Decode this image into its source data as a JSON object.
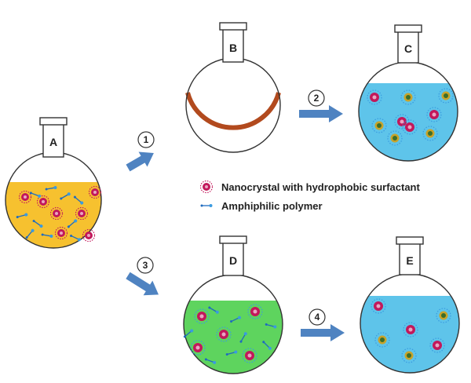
{
  "flasks": [
    {
      "id": "A",
      "label": "A",
      "liquid": "#f6c12f"
    },
    {
      "id": "B",
      "label": "B",
      "liquid": null
    },
    {
      "id": "C",
      "label": "C",
      "liquid": "#5ec4ea"
    },
    {
      "id": "D",
      "label": "D",
      "liquid": "#5ed45e"
    },
    {
      "id": "E",
      "label": "E",
      "liquid": "#5ec4ea"
    }
  ],
  "steps": [
    {
      "number": "1"
    },
    {
      "number": "2"
    },
    {
      "number": "3"
    },
    {
      "number": "4"
    }
  ],
  "legend": {
    "nanocrystal": "Nanocrystal with hydrophobic surfactant",
    "polymer": "Amphiphilic polymer"
  },
  "colors": {
    "film": "#b24a1e",
    "arrow": "#4f83c1",
    "outline": "#333333",
    "nanocrystal_core": "#c2185b",
    "coated_core": "#c8a32a"
  }
}
